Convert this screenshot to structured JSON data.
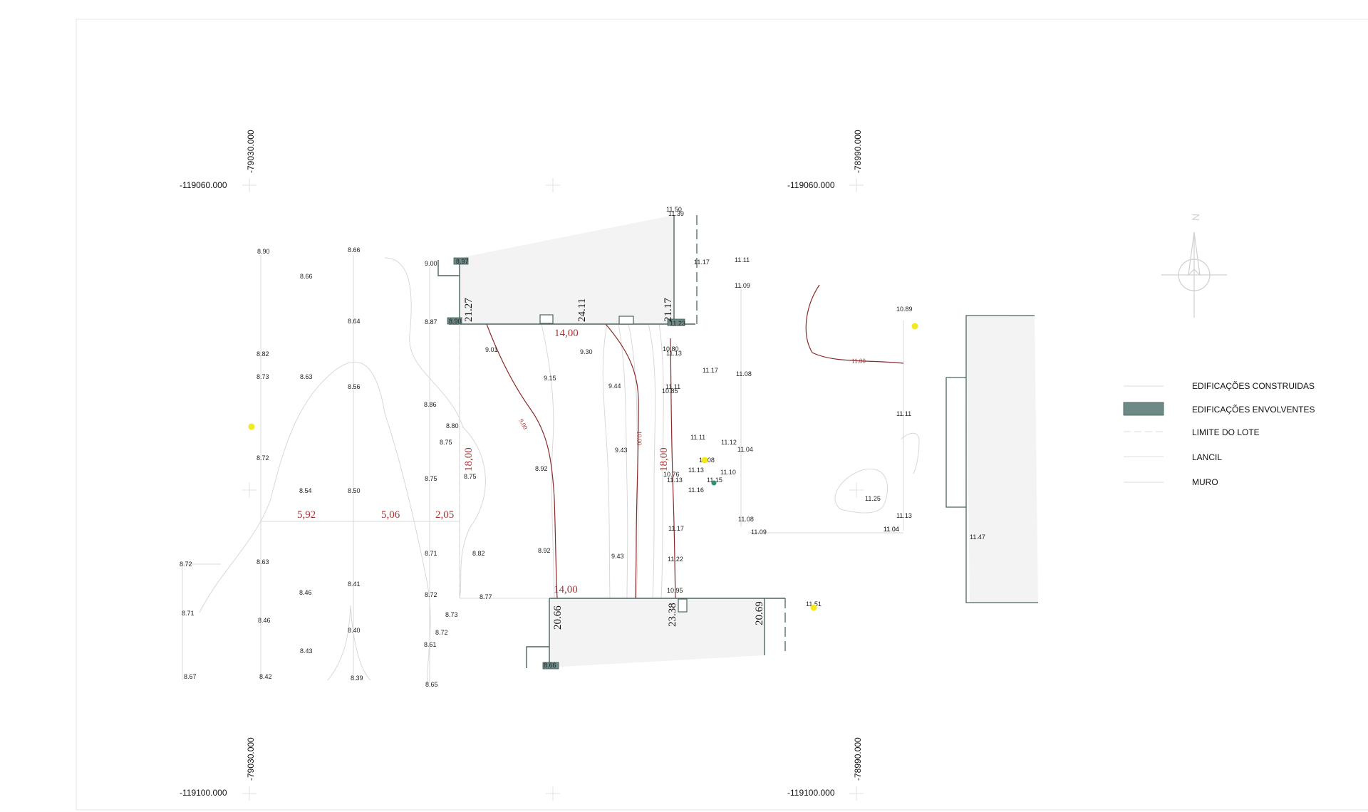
{
  "coordinates": {
    "top_left_y": "-119060.000",
    "top_left_x": "-79030.000",
    "top_right_y": "-119060.000",
    "top_right_x": "-78990.000",
    "bottom_left_y": "-119100.000",
    "bottom_left_x": "-79030.000",
    "bottom_right_y": "-119100.000",
    "bottom_right_x": "-78990.000"
  },
  "dimensions": {
    "top_left_h": "21.27",
    "top_mid_h": "24.11",
    "top_right_h": "21.17",
    "top_width": "14,00",
    "bottom_width": "14,00",
    "bottom_left_h": "20.66",
    "bottom_mid_h": "23.38",
    "bottom_right_h": "20.69",
    "depth_left": "18,00",
    "depth_right": "18,00",
    "setback_a": "5,92",
    "setback_b": "5,06",
    "setback_c": "2,05"
  },
  "contours": {
    "c900": "9.00",
    "c1000": "10.00",
    "c1100": "11.00"
  },
  "spot_elevations": [
    "8.90",
    "8.66",
    "8.66",
    "8.64",
    "8.82",
    "8.73",
    "8.63",
    "8.56",
    "8.72",
    "8.54",
    "8.50",
    "8.72",
    "8.63",
    "8.41",
    "8.46",
    "8.71",
    "8.46",
    "8.40",
    "8.43",
    "8.67",
    "8.42",
    "8.39",
    "9.00",
    "8.97",
    "8.87",
    "8.90",
    "8.86",
    "8.80",
    "8.75",
    "8.75",
    "8.75",
    "8.71",
    "8.82",
    "8.72",
    "8.77",
    "8.73",
    "8.72",
    "8.61",
    "8.65",
    "8.66",
    "9.01",
    "9.30",
    "9.15",
    "9.44",
    "9.43",
    "8.92",
    "8.92",
    "9.43",
    "11.50",
    "11.39",
    "11.17",
    "11.11",
    "11.09",
    "11.23",
    "10.80",
    "11.13",
    "11.17",
    "11.08",
    "11.11",
    "10.85",
    "11.11",
    "11.12",
    "11.04",
    "11.08",
    "11.13",
    "11.10",
    "10.76",
    "11.13",
    "11.15",
    "11.16",
    "11.17",
    "11.08",
    "11.09",
    "11.22",
    "10.95",
    "11.04",
    "11.51",
    "10.89",
    "11.11",
    "11.25",
    "11.13",
    "11.04",
    "11.47"
  ],
  "legend": {
    "items": [
      "EDIFICAÇÕES CONSTRUIDAS",
      "EDIFICAÇÕES ENVOLVENTES",
      "LIMITE DO LOTE",
      "LANCIL",
      "MURO"
    ]
  },
  "north_label": "N",
  "colors": {
    "envolventes_fill": "#6e8a87",
    "building_fill": "#f3f3f3",
    "contour_major": "#8b2a2a",
    "marker_yellow": "#f2ea1c",
    "marker_green": "#2f8f73"
  }
}
